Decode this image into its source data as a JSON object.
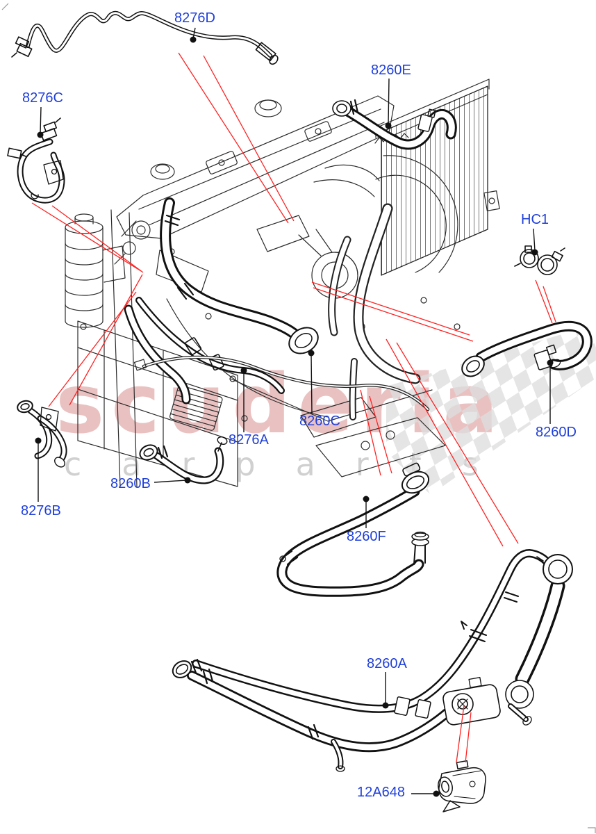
{
  "page": {
    "type": "parts-diagram",
    "background": "#ffffff"
  },
  "watermark": {
    "brand": "scuderia",
    "sub": "carparts"
  },
  "labels": {
    "p8276D": {
      "text": "8276D"
    },
    "p8276C": {
      "text": "8276C"
    },
    "p8260E": {
      "text": "8260E"
    },
    "pHC1": {
      "text": "HC1"
    },
    "p8260C": {
      "text": "8260C"
    },
    "p8276A": {
      "text": "8276A"
    },
    "p8260B": {
      "text": "8260B"
    },
    "p8276B": {
      "text": "8276B"
    },
    "p8260D": {
      "text": "8260D"
    },
    "p8260F": {
      "text": "8260F"
    },
    "p8260A": {
      "text": "8260A"
    },
    "p12A648": {
      "text": "12A648"
    }
  },
  "colors": {
    "label": "#1f3fd9",
    "locator_red": "#ff2222",
    "line_art": "#1c1c1c",
    "watermark_pink": "#d98f8f",
    "watermark_gray": "#c8c8c8",
    "checker_gray": "#dedede"
  }
}
